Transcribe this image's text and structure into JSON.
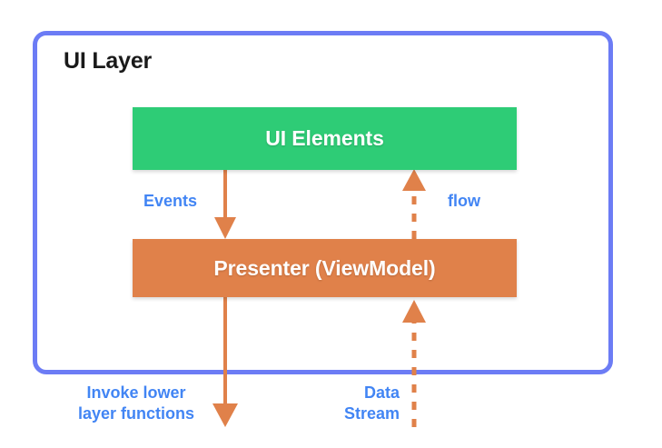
{
  "diagram": {
    "title": "UI Layer",
    "frame_color": "#6c7cf5",
    "label_color": "#4285f4",
    "arrow_color": "#e0814a",
    "boxes": [
      {
        "id": "ui-elements",
        "label": "UI Elements",
        "color": "#2ecc76"
      },
      {
        "id": "presenter",
        "label": "Presenter (ViewModel)",
        "color": "#e0814a"
      }
    ],
    "labels": {
      "events": "Events",
      "flow": "flow",
      "invoke_lower": "Invoke lower\nlayer functions",
      "data_stream": "Data\nStream"
    }
  },
  "chart_data": {
    "type": "diagram",
    "title": "UI Layer",
    "nodes": [
      {
        "id": "ui-layer",
        "label": "UI Layer",
        "shape": "rounded-rect-container",
        "color": "#6c7cf5"
      },
      {
        "id": "ui-elements",
        "label": "UI Elements",
        "shape": "rect",
        "color": "#2ecc76"
      },
      {
        "id": "presenter",
        "label": "Presenter (ViewModel)",
        "shape": "rect",
        "color": "#e0814a"
      }
    ],
    "edges": [
      {
        "from": "ui-elements",
        "to": "presenter",
        "label": "Events",
        "style": "solid",
        "direction": "down"
      },
      {
        "from": "presenter",
        "to": "ui-elements",
        "label": "flow",
        "style": "dashed",
        "direction": "up"
      },
      {
        "from": "presenter",
        "to": "lower-layer",
        "label": "Invoke lower layer functions",
        "style": "solid",
        "direction": "down"
      },
      {
        "from": "lower-layer",
        "to": "presenter",
        "label": "Data Stream",
        "style": "dashed",
        "direction": "up"
      }
    ]
  }
}
